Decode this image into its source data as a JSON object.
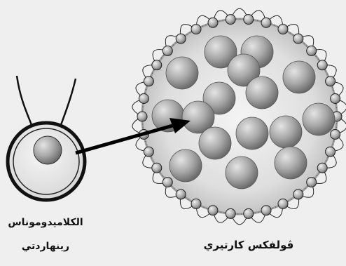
{
  "labels": {
    "chlamydomonas_line1": "الكلاميدوموناس",
    "chlamydomonas_line2": "رينهاردتي",
    "volvox": "ڤولفكس كارتيري"
  },
  "colors": {
    "background": "#efefef",
    "outline": "#111111",
    "sphere_light": "#dcdcdc",
    "sphere_dark": "#6e6e6e",
    "colony_fill": "#d2d2d2",
    "arrow": "#000000"
  }
}
